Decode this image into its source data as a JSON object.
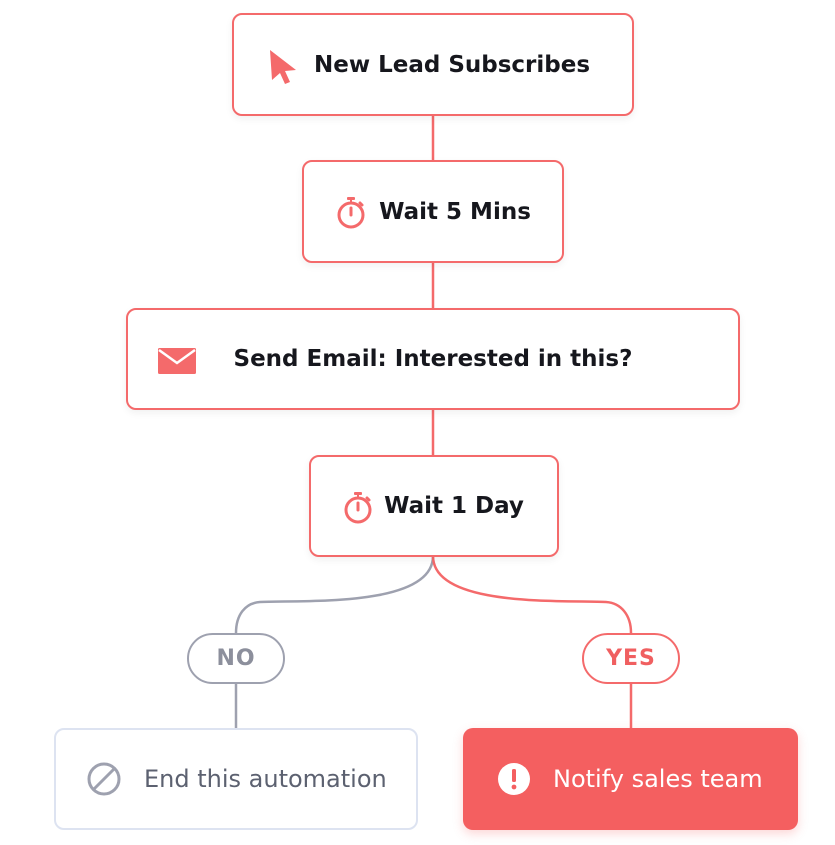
{
  "colors": {
    "accent": "#f46a6b",
    "neutral": "#9ea1af",
    "notify_bg": "#f45f60",
    "text_dark": "#16171d"
  },
  "nodes": {
    "trigger": {
      "label": "New Lead Subscribes",
      "icon": "cursor-icon"
    },
    "wait1": {
      "label": "Wait 5 Mins",
      "icon": "stopwatch-icon"
    },
    "email": {
      "label": "Send Email: Interested in this?",
      "icon": "envelope-icon"
    },
    "wait2": {
      "label": "Wait 1 Day",
      "icon": "stopwatch-icon"
    }
  },
  "branches": {
    "no": {
      "label": "NO"
    },
    "yes": {
      "label": "YES"
    }
  },
  "outcomes": {
    "end": {
      "label": "End this automation",
      "icon": "prohibited-icon"
    },
    "notify": {
      "label": "Notify sales team",
      "icon": "alert-icon"
    }
  }
}
